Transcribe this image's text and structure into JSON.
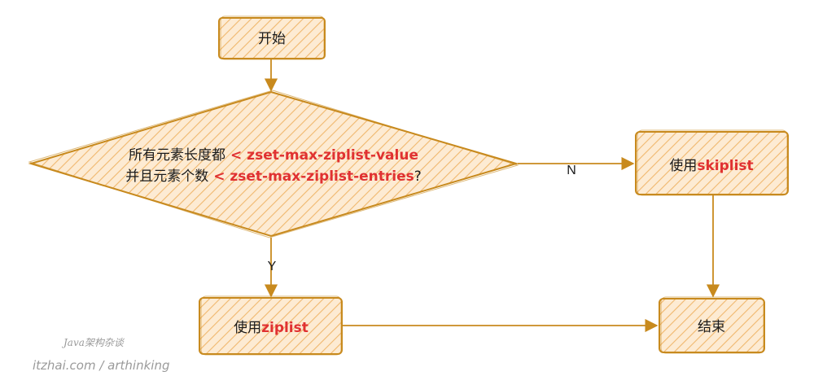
{
  "colors": {
    "stroke": "#c88a1e",
    "fill": "#fbe3c2",
    "hatch": "#f0b86e",
    "highlight": "#e03131",
    "text": "#1a1a1a",
    "watermark": "#9a9a9a"
  },
  "nodes": {
    "start": {
      "label": "开始"
    },
    "decision": {
      "line1_prefix": "所有元素长度都",
      "line1_highlight": "< zset-max-ziplist-value",
      "line2_prefix": "并且元素个数",
      "line2_highlight": "< zset-max-ziplist-entries",
      "line2_suffix": "?"
    },
    "use_skiplist": {
      "prefix": "使用",
      "highlight": "skiplist"
    },
    "use_ziplist": {
      "prefix": "使用",
      "highlight": "ziplist"
    },
    "end": {
      "label": "结束"
    }
  },
  "edges": {
    "no_label": "N",
    "yes_label": "Y"
  },
  "watermark": {
    "title": "Java架构杂谈",
    "url": "itzhai.com / arthinking"
  }
}
